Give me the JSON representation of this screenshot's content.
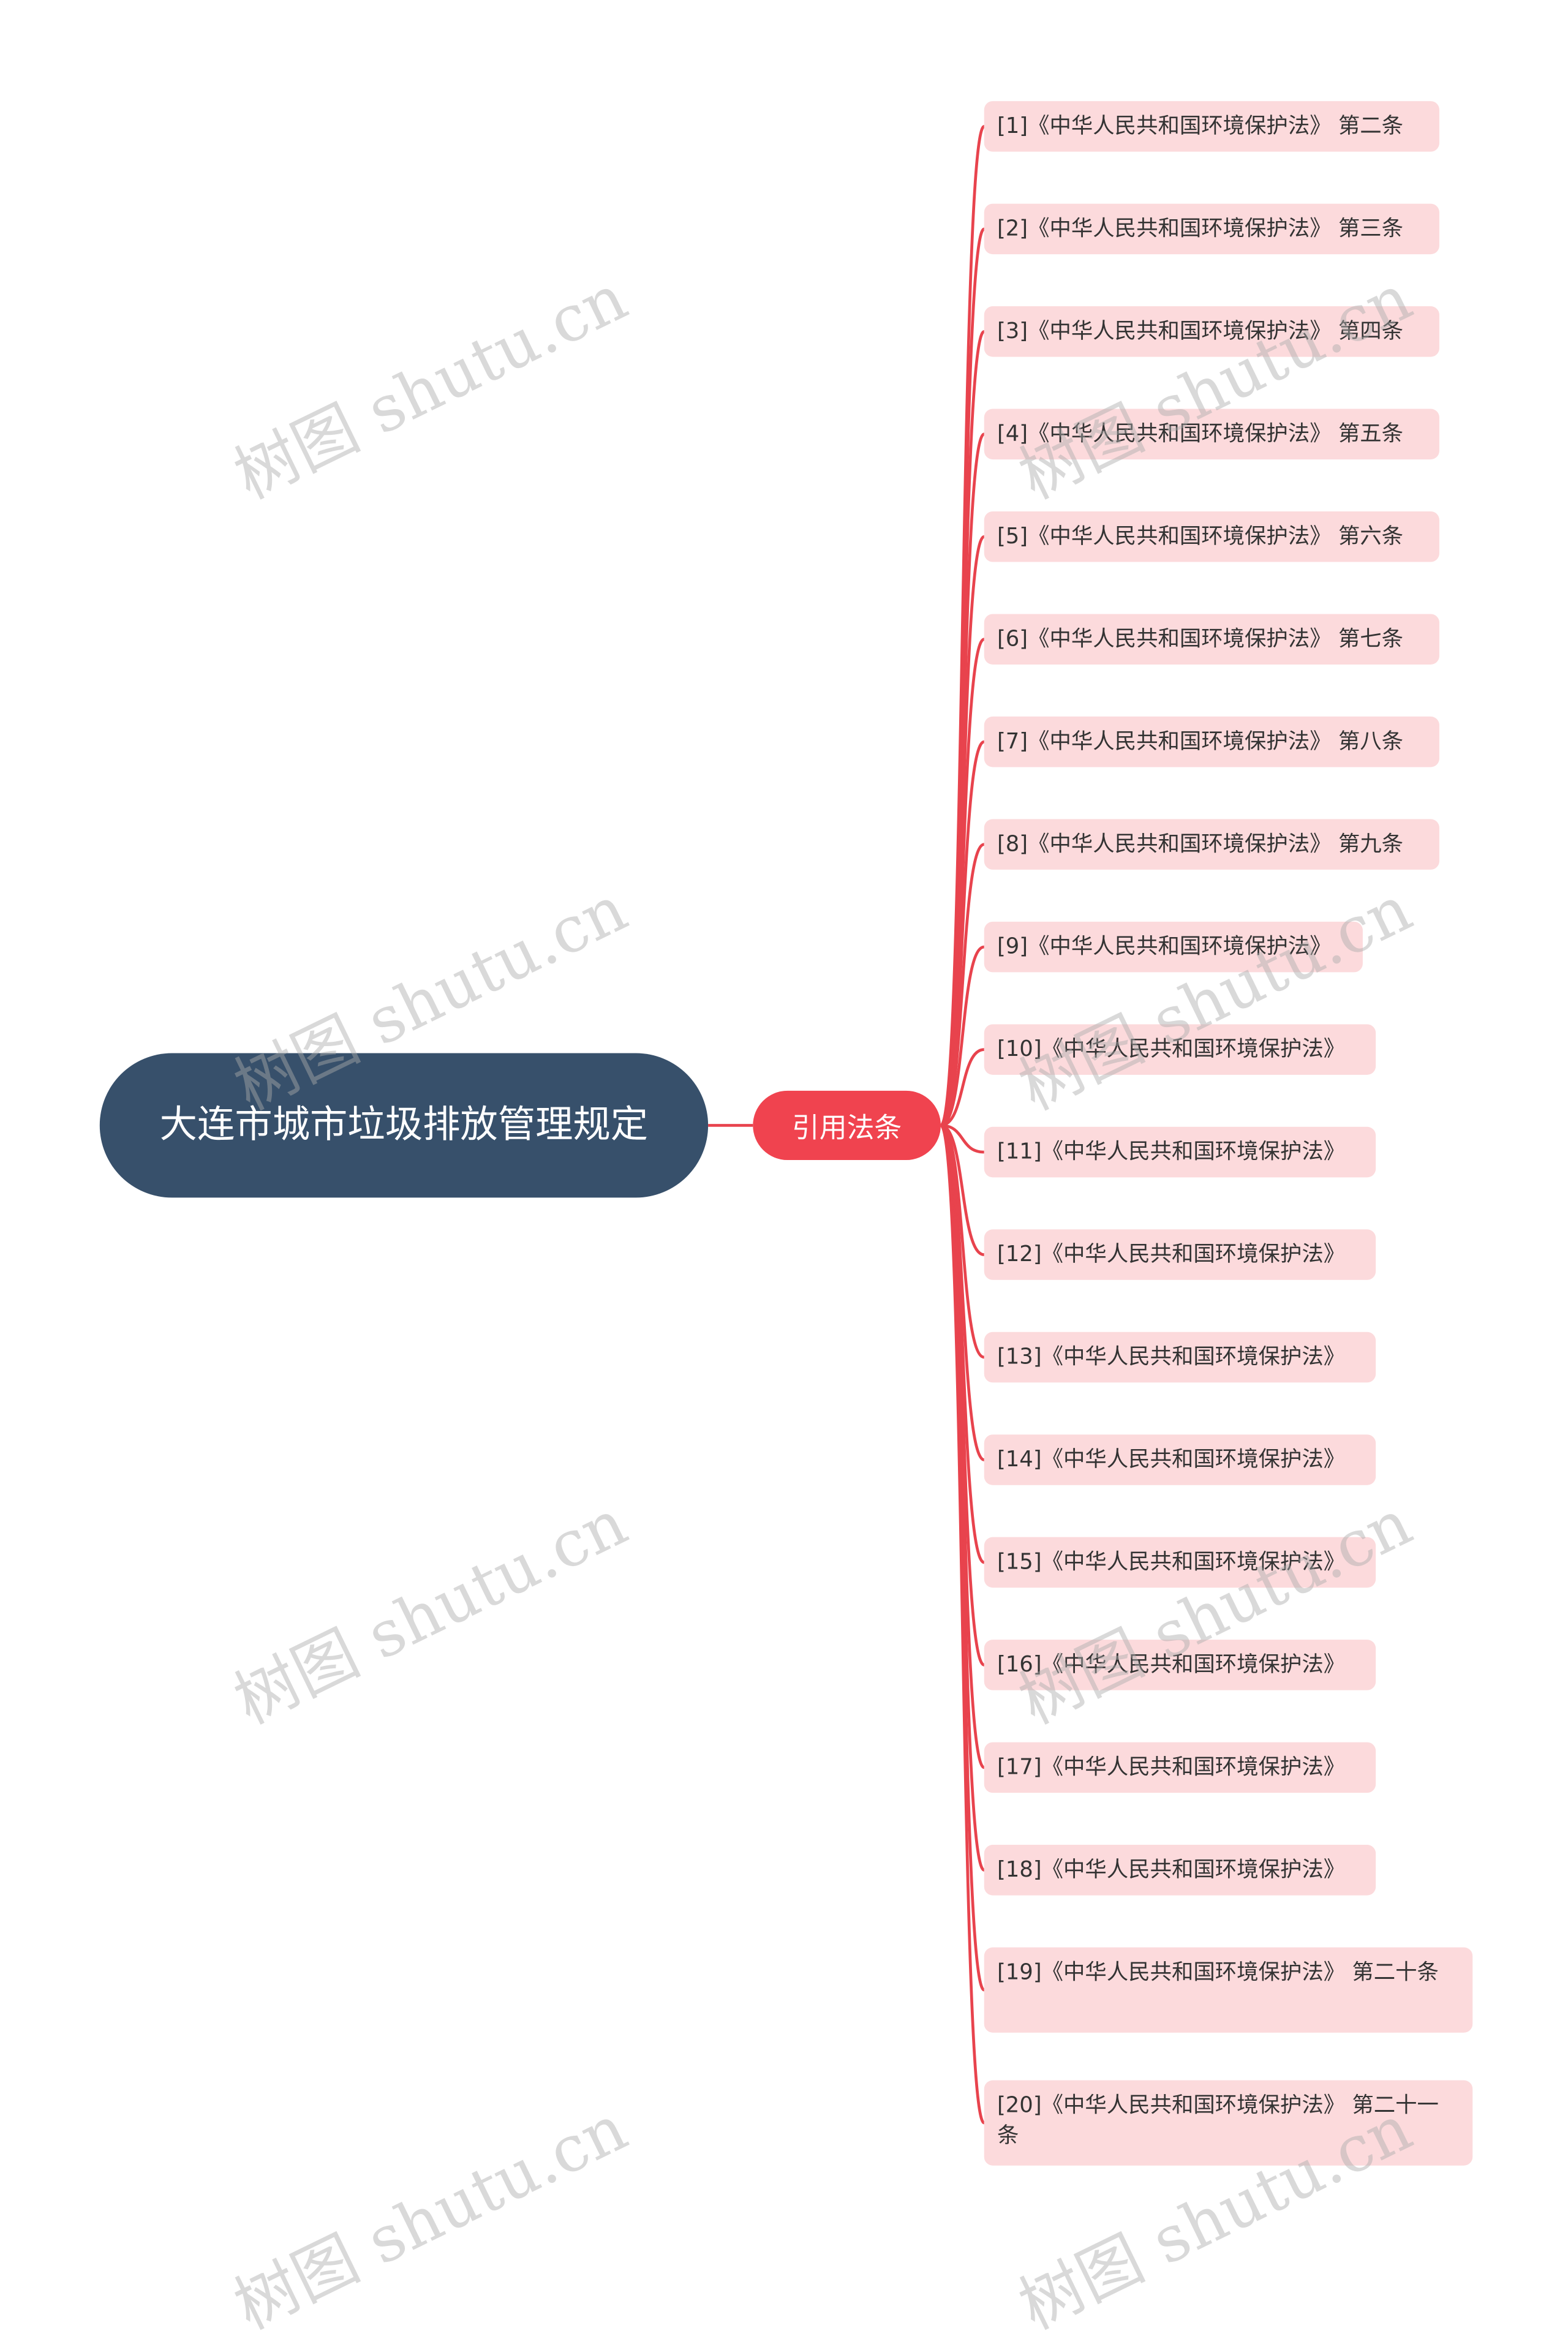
{
  "root": {
    "label": "大连市城市垃圾排放管理规定"
  },
  "branch": {
    "label": "引用法条"
  },
  "leaves": [
    "[1]《中华人民共和国环境保护法》 第二条",
    "[2]《中华人民共和国环境保护法》 第三条",
    "[3]《中华人民共和国环境保护法》 第四条",
    "[4]《中华人民共和国环境保护法》 第五条",
    "[5]《中华人民共和国环境保护法》 第六条",
    "[6]《中华人民共和国环境保护法》 第七条",
    "[7]《中华人民共和国环境保护法》 第八条",
    "[8]《中华人民共和国环境保护法》 第九条",
    "[9]《中华人民共和国环境保护法》",
    "[10]《中华人民共和国环境保护法》",
    "[11]《中华人民共和国环境保护法》",
    "[12]《中华人民共和国环境保护法》",
    "[13]《中华人民共和国环境保护法》",
    "[14]《中华人民共和国环境保护法》",
    "[15]《中华人民共和国环境保护法》",
    "[16]《中华人民共和国环境保护法》",
    "[17]《中华人民共和国环境保护法》",
    "[18]《中华人民共和国环境保护法》",
    "[19]《中华人民共和国环境保护法》 第二十条",
    "[20]《中华人民共和国环境保护法》 第二十一条"
  ],
  "watermark": {
    "text": "树图 shutu.cn"
  },
  "colors": {
    "root_fill": "#37506b",
    "branch_fill": "#f0434f",
    "leaf_fill": "#fcdadc",
    "connector": "#e8434d"
  }
}
